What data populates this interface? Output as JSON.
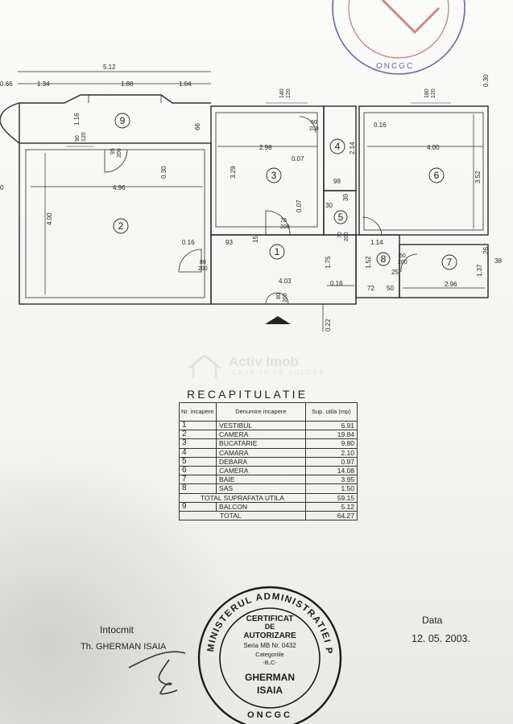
{
  "plan": {
    "rooms": [
      {
        "num": "1"
      },
      {
        "num": "2"
      },
      {
        "num": "3"
      },
      {
        "num": "4"
      },
      {
        "num": "5"
      },
      {
        "num": "6"
      },
      {
        "num": "7"
      },
      {
        "num": "8"
      },
      {
        "num": "9"
      }
    ],
    "dims": {
      "d512": "5.12",
      "d066": "0.66",
      "d134": "1.34",
      "d188": "1.88",
      "d104": "1.04",
      "d116": "1.16",
      "d66": "66",
      "d496": "4.96",
      "d400": "4.00",
      "d030a": "0.30",
      "d0": "0",
      "d298": "2.98",
      "d329": "3.29",
      "d007a": "0.07",
      "d007b": "0.07",
      "d214": "2.14",
      "d016a": "0.16",
      "d400b": "4.00",
      "d352": "3.52",
      "d030top": "0.30",
      "d98": "98",
      "d30a": "30",
      "d30b": "30",
      "d93": "93",
      "d15": "15",
      "d016b": "0.16",
      "d175": "1.75",
      "d403": "4.03",
      "d016c": "0.16",
      "d114": "1.14",
      "d152": "1.52",
      "d296": "2.96",
      "d137": "1.37",
      "d26": "26",
      "d38": "38",
      "d25": "25",
      "d72": "72",
      "d50": "50",
      "d022": "0.22"
    },
    "doors": {
      "w140": "140",
      "w120a": "120",
      "w180": "180",
      "w120b": "120",
      "w90a": "90",
      "w120c": "120",
      "o95": "95",
      "o200a": "200",
      "o60a": "60",
      "o200b": "200",
      "o70": "70",
      "o200c": "200",
      "o80a": "80",
      "o200d": "200",
      "o70b": "70",
      "o200e": "200",
      "o60b": "60",
      "o200f": "200",
      "o80b": "80",
      "o200g": "200"
    }
  },
  "stamp_top": {
    "text": "ONCGC"
  },
  "watermark": {
    "brand": "Activ Imob",
    "tagline": "CASA TA DE SUCCES"
  },
  "recap": {
    "title": "RECAPITULATIE",
    "headers": {
      "nr": "Nr. incapere",
      "name": "Denumire incapere",
      "area": "Sup. utila (mp)"
    },
    "rows": [
      {
        "nr": "1",
        "name": "VESTIBUL",
        "area": "6.91"
      },
      {
        "nr": "2",
        "name": "CAMERA",
        "area": "19.84"
      },
      {
        "nr": "3",
        "name": "BUCATARIE",
        "area": "9.80"
      },
      {
        "nr": "4",
        "name": "CAMARA",
        "area": "2.10"
      },
      {
        "nr": "5",
        "name": "DEBARA",
        "area": "0.97"
      },
      {
        "nr": "6",
        "name": "CAMERA",
        "area": "14.08"
      },
      {
        "nr": "7",
        "name": "BAIE",
        "area": "3.95"
      },
      {
        "nr": "8",
        "name": "SAS",
        "area": "1.50"
      }
    ],
    "total_utila": {
      "label": "TOTAL SUPRAFATA UTILA",
      "area": "59.15"
    },
    "balcon": {
      "nr": "9",
      "name": "BALCON",
      "area": "5.12"
    },
    "total": {
      "label": "TOTAL",
      "area": "64.27"
    }
  },
  "signature": {
    "intocmit_label": "Intocmit",
    "name": "Th. GHERMAN ISAIA"
  },
  "date": {
    "label": "Data",
    "value": "12. 05. 2003."
  },
  "stamp": {
    "ring_text": "MINISTERUL ADMINISTRATIEI PUBLICE",
    "bottom": "ONCGC",
    "line1": "CERTIFICAT",
    "line2": "DE",
    "line3": "AUTORIZARE",
    "line4": "Seria MB Nr. 0432",
    "line5": "Categoriile",
    "line6": "-B,C-",
    "line7": "GHERMAN",
    "line8": "ISAIA"
  }
}
